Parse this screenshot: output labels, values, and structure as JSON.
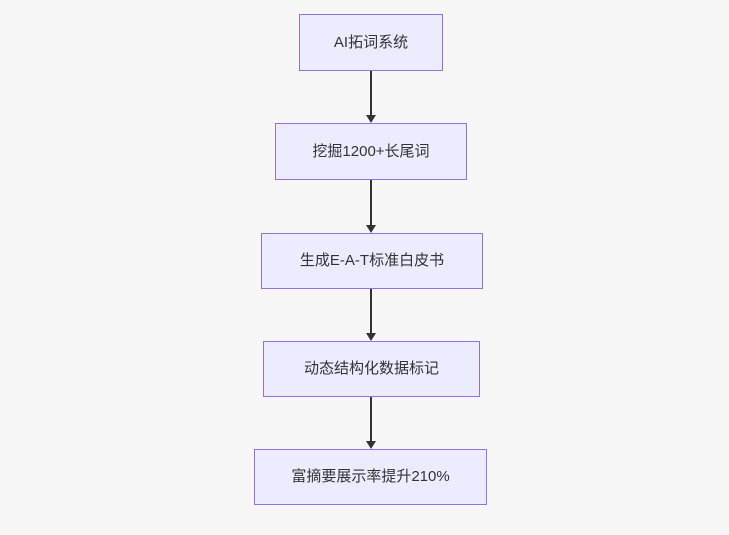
{
  "diagram": {
    "type": "flowchart",
    "direction": "top-down",
    "nodes": [
      {
        "id": "n1",
        "label": "AI拓词系统"
      },
      {
        "id": "n2",
        "label": "挖掘1200+长尾词"
      },
      {
        "id": "n3",
        "label": "生成E-A-T标准白皮书"
      },
      {
        "id": "n4",
        "label": "动态结构化数据标记"
      },
      {
        "id": "n5",
        "label": "富摘要展示率提升210%"
      }
    ],
    "edges": [
      {
        "from": "n1",
        "to": "n2",
        "style": "solid-arrow"
      },
      {
        "from": "n2",
        "to": "n3",
        "style": "solid-arrow"
      },
      {
        "from": "n3",
        "to": "n4",
        "style": "solid-arrow"
      },
      {
        "from": "n4",
        "to": "n5",
        "style": "solid-arrow"
      }
    ],
    "colors": {
      "node_fill": "#ECECFF",
      "node_border": "#9370DB",
      "text": "#333333",
      "arrow": "#333333",
      "background": "#f7f7f7"
    }
  }
}
